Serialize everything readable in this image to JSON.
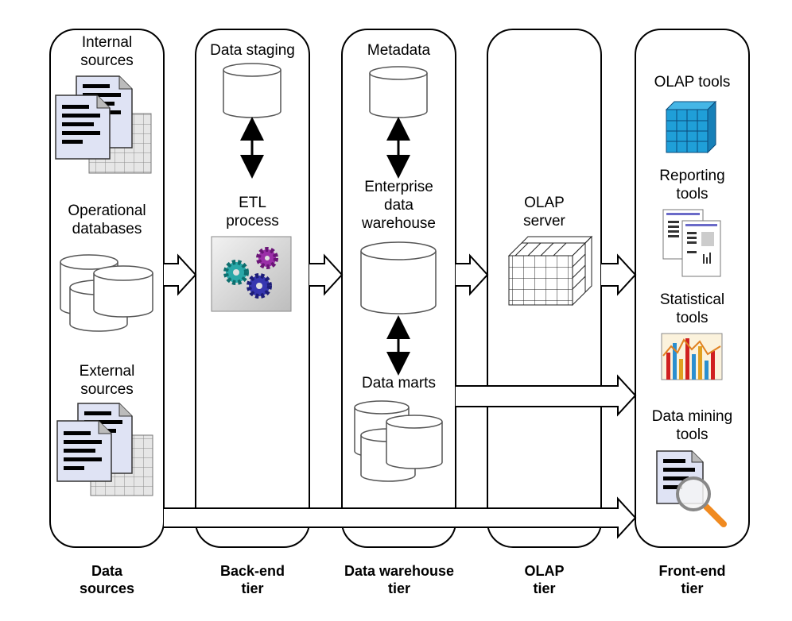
{
  "data_sources": {
    "internal": "Internal\nsources",
    "operational": "Operational\ndatabases",
    "external": "External\nsources"
  },
  "backend": {
    "staging": "Data staging",
    "etl": "ETL\nprocess"
  },
  "warehouse": {
    "metadata": "Metadata",
    "edw": "Enterprise\ndata\nwarehouse",
    "marts": "Data marts"
  },
  "olap": {
    "server": "OLAP\nserver"
  },
  "frontend": {
    "olap_tools": "OLAP tools",
    "reporting": "Reporting\ntools",
    "statistical": "Statistical\ntools",
    "mining": "Data mining\ntools"
  },
  "tiers": {
    "data_sources": "Data\nsources",
    "backend": "Back-end\ntier",
    "warehouse": "Data warehouse\ntier",
    "olap": "OLAP\ntier",
    "frontend": "Front-end\ntier"
  }
}
